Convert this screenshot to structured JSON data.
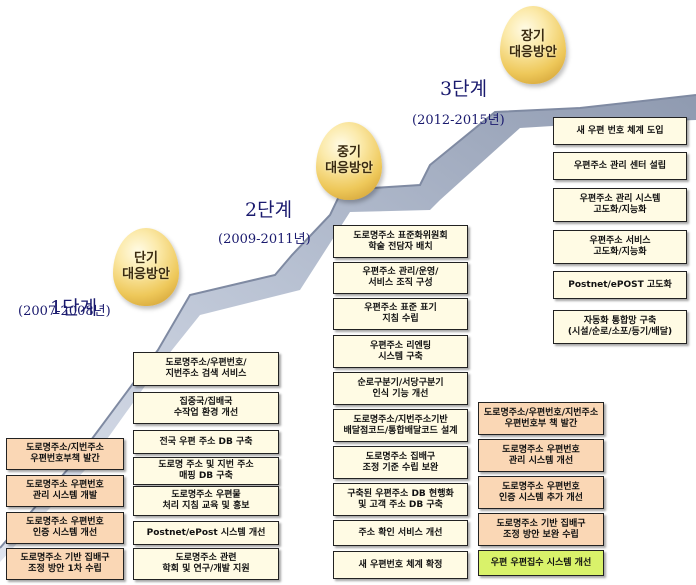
{
  "stages": [
    {
      "name": "1단계",
      "years": "(2007-2008년)",
      "egg": [
        "단기",
        "대응방안"
      ]
    },
    {
      "name": "2단계",
      "years": "(2009-2011년)",
      "egg": [
        "중기",
        "대응방안"
      ]
    },
    {
      "name": "3단계",
      "years": "(2012-2015년)",
      "egg": [
        "장기",
        "대응방안"
      ]
    }
  ],
  "stage1": [
    "도로명주소/지번주소\n우편번호부책 발간",
    "도로명주소 우편번호\n관리 시스템 개발",
    "도로명주소 우편번호\n인증 시스템 개선",
    "도로명주소 기반 집배구\n조정 방안 1차 수립"
  ],
  "stage2": [
    "도로명주소/우편번호/\n지번주소 검색 서비스",
    "집중국/집배국\n수작업 환경 개선",
    "전국 우편 주소 DB 구축",
    "도로명 주소 및 지번 주소\n매핑 DB 구축",
    "도로명주소 우편물\n처리 지침 교육 및 홍보",
    "Postnet/ePost 시스템 개선",
    "도로명주소 관련\n학회 및 연구/개발 지원"
  ],
  "stage2b": [
    "도로명주소/우편번호/지번주소\n우편번호부 책 발간",
    "도로명주소 우편번호\n관리 시스템 개선",
    "도로명주소 우편번호\n인증 시스템 추가 개선",
    "도로명주소 기반 집배구\n조정 방안 보완 수립",
    "우편 우편집수 시스템 개선"
  ],
  "stage3": [
    "도로명주소 표준화위원회\n학술 전담자 배치",
    "우편주소 관리/운영/\n서비스 조직 구성",
    "우편주소 표준 표기\n지침 수립",
    "우편주소 리엔팅\n시스템 구축",
    "순로구분기/서당구분기\n인식 기능 개선",
    "도로명주소/지번주소기반\n배달점코드/통합배달코드 설계",
    "도로명주소 집배구\n조정 기준 수립 보완",
    "구축된 우편주소 DB 현행화\n및 고객 주소 DB 구축",
    "주소 확인 서비스 개선",
    "새 우편번호 체계 확정"
  ],
  "stage4": [
    "새 우편 번호 체계 도입",
    "우편주소 관리 센터 설립",
    "우편주소 관리 시스템\n고도화/지능화",
    "우편주소 서비스\n고도화/지능화",
    "Postnet/ePOST 고도화",
    "자동화 통합망 구축\n(시설/순로/소포/등기/배달)"
  ]
}
